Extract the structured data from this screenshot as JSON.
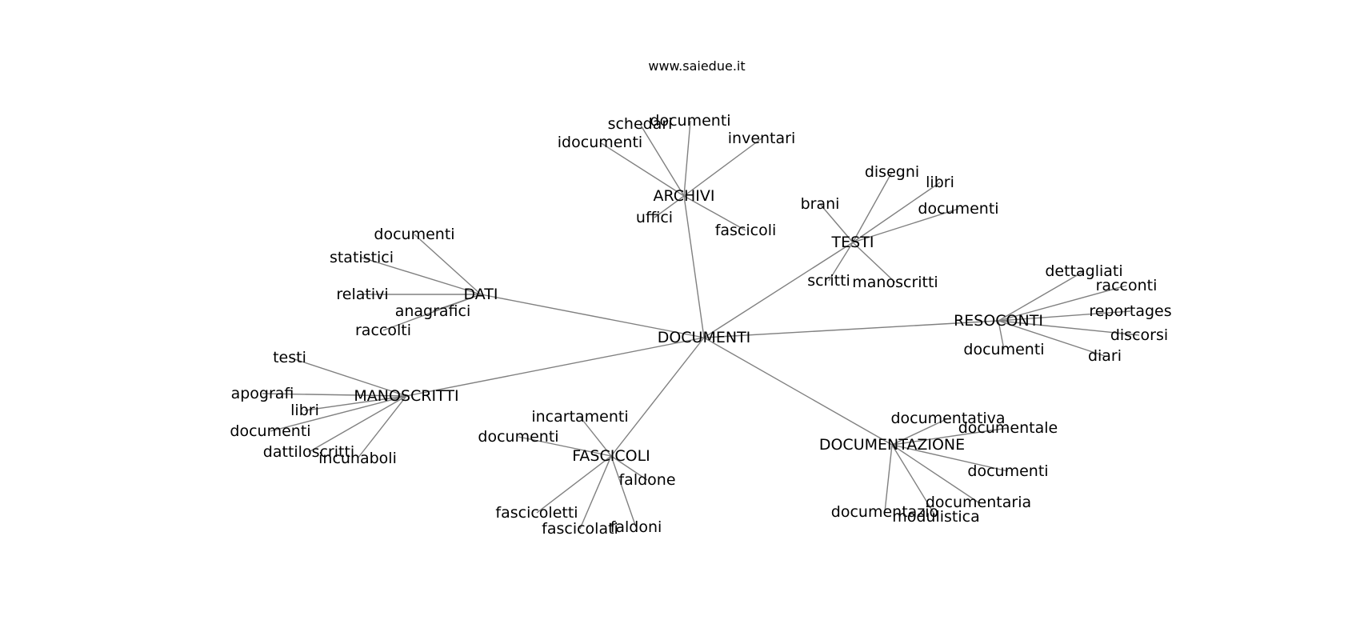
{
  "header": {
    "site": "www.saiedue.it"
  },
  "colors": {
    "edge": "#808080",
    "text": "#000000",
    "background": "#ffffff"
  },
  "graph": {
    "nodes": [
      {
        "id": "root",
        "label": "DOCUMENTI"
      },
      {
        "id": "archivi",
        "label": "ARCHIVI"
      },
      {
        "id": "archivi_schedari",
        "label": "schedari"
      },
      {
        "id": "archivi_documenti",
        "label": "documenti"
      },
      {
        "id": "archivi_idocumenti",
        "label": "idocumenti"
      },
      {
        "id": "archivi_inventari",
        "label": "inventari"
      },
      {
        "id": "archivi_uffici",
        "label": "uffici"
      },
      {
        "id": "archivi_fascicoli",
        "label": "fascicoli"
      },
      {
        "id": "testi",
        "label": "TESTI"
      },
      {
        "id": "testi_disegni",
        "label": "disegni"
      },
      {
        "id": "testi_libri",
        "label": "libri"
      },
      {
        "id": "testi_brani",
        "label": "brani"
      },
      {
        "id": "testi_documenti",
        "label": "documenti"
      },
      {
        "id": "testi_scritti",
        "label": "scritti"
      },
      {
        "id": "testi_manoscritti",
        "label": "manoscritti"
      },
      {
        "id": "dati",
        "label": "DATI"
      },
      {
        "id": "dati_documenti",
        "label": "documenti"
      },
      {
        "id": "dati_statistici",
        "label": "statistici"
      },
      {
        "id": "dati_relativi",
        "label": "relativi"
      },
      {
        "id": "dati_anagrafici",
        "label": "anagrafici"
      },
      {
        "id": "dati_raccolti",
        "label": "raccolti"
      },
      {
        "id": "resoconti",
        "label": "RESOCONTI"
      },
      {
        "id": "resoconti_dettagliati",
        "label": "dettagliati"
      },
      {
        "id": "resoconti_racconti",
        "label": "racconti"
      },
      {
        "id": "resoconti_reportages",
        "label": "reportages"
      },
      {
        "id": "resoconti_discorsi",
        "label": "discorsi"
      },
      {
        "id": "resoconti_documenti",
        "label": "documenti"
      },
      {
        "id": "resoconti_diari",
        "label": "diari"
      },
      {
        "id": "manoscritti",
        "label": "MANOSCRITTI"
      },
      {
        "id": "manoscritti_testi",
        "label": "testi"
      },
      {
        "id": "manoscritti_apografi",
        "label": "apografi"
      },
      {
        "id": "manoscritti_libri",
        "label": "libri"
      },
      {
        "id": "manoscritti_documenti",
        "label": "documenti"
      },
      {
        "id": "manoscritti_dattiloscritti",
        "label": "dattiloscritti"
      },
      {
        "id": "manoscritti_incunaboli",
        "label": "incunaboli"
      },
      {
        "id": "fascicoli",
        "label": "FASCICOLI"
      },
      {
        "id": "fascicoli_incartamenti",
        "label": "incartamenti"
      },
      {
        "id": "fascicoli_documenti",
        "label": "documenti"
      },
      {
        "id": "fascicoli_faldone",
        "label": "faldone"
      },
      {
        "id": "fascicoli_fascicoletti",
        "label": "fascicoletti"
      },
      {
        "id": "fascicoli_fascicolati",
        "label": "fascicolati"
      },
      {
        "id": "fascicoli_faldoni",
        "label": "faldoni"
      },
      {
        "id": "documentazione",
        "label": "DOCUMENTAZIONE"
      },
      {
        "id": "documentazione_documentativa",
        "label": "documentativa"
      },
      {
        "id": "documentazione_documentale",
        "label": "documentale"
      },
      {
        "id": "documentazione_documenti",
        "label": "documenti"
      },
      {
        "id": "documentazione_documentaria",
        "label": "documentaria"
      },
      {
        "id": "documentazione_documentazio",
        "label": "documentazio"
      },
      {
        "id": "documentazione_modulistica",
        "label": "modulistica"
      }
    ],
    "edges": [
      [
        "root",
        "archivi"
      ],
      [
        "root",
        "testi"
      ],
      [
        "root",
        "dati"
      ],
      [
        "root",
        "resoconti"
      ],
      [
        "root",
        "manoscritti"
      ],
      [
        "root",
        "fascicoli"
      ],
      [
        "root",
        "documentazione"
      ],
      [
        "archivi",
        "archivi_schedari"
      ],
      [
        "archivi",
        "archivi_documenti"
      ],
      [
        "archivi",
        "archivi_idocumenti"
      ],
      [
        "archivi",
        "archivi_inventari"
      ],
      [
        "archivi",
        "archivi_uffici"
      ],
      [
        "archivi",
        "archivi_fascicoli"
      ],
      [
        "testi",
        "testi_disegni"
      ],
      [
        "testi",
        "testi_libri"
      ],
      [
        "testi",
        "testi_brani"
      ],
      [
        "testi",
        "testi_documenti"
      ],
      [
        "testi",
        "testi_scritti"
      ],
      [
        "testi",
        "testi_manoscritti"
      ],
      [
        "dati",
        "dati_documenti"
      ],
      [
        "dati",
        "dati_statistici"
      ],
      [
        "dati",
        "dati_relativi"
      ],
      [
        "dati",
        "dati_anagrafici"
      ],
      [
        "dati",
        "dati_raccolti"
      ],
      [
        "resoconti",
        "resoconti_dettagliati"
      ],
      [
        "resoconti",
        "resoconti_racconti"
      ],
      [
        "resoconti",
        "resoconti_reportages"
      ],
      [
        "resoconti",
        "resoconti_discorsi"
      ],
      [
        "resoconti",
        "resoconti_documenti"
      ],
      [
        "resoconti",
        "resoconti_diari"
      ],
      [
        "manoscritti",
        "manoscritti_testi"
      ],
      [
        "manoscritti",
        "manoscritti_apografi"
      ],
      [
        "manoscritti",
        "manoscritti_libri"
      ],
      [
        "manoscritti",
        "manoscritti_documenti"
      ],
      [
        "manoscritti",
        "manoscritti_dattiloscritti"
      ],
      [
        "manoscritti",
        "manoscritti_incunaboli"
      ],
      [
        "fascicoli",
        "fascicoli_incartamenti"
      ],
      [
        "fascicoli",
        "fascicoli_documenti"
      ],
      [
        "fascicoli",
        "fascicoli_faldone"
      ],
      [
        "fascicoli",
        "fascicoli_fascicoletti"
      ],
      [
        "fascicoli",
        "fascicoli_fascicolati"
      ],
      [
        "fascicoli",
        "fascicoli_faldoni"
      ],
      [
        "documentazione",
        "documentazione_documentativa"
      ],
      [
        "documentazione",
        "documentazione_documentale"
      ],
      [
        "documentazione",
        "documentazione_documenti"
      ],
      [
        "documentazione",
        "documentazione_documentaria"
      ],
      [
        "documentazione",
        "documentazione_documentazio"
      ],
      [
        "documentazione",
        "documentazione_modulistica"
      ]
    ]
  }
}
